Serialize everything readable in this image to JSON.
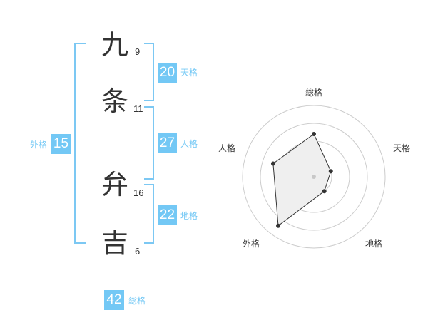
{
  "name": {
    "characters": [
      {
        "char": "九",
        "strokes": "9"
      },
      {
        "char": "条",
        "strokes": "11"
      },
      {
        "char": "弁",
        "strokes": "16"
      },
      {
        "char": "吉",
        "strokes": "6"
      }
    ]
  },
  "fortunes": {
    "tenkaku": {
      "label": "天格",
      "value": "20"
    },
    "jinkaku": {
      "label": "人格",
      "value": "27"
    },
    "chikaku": {
      "label": "地格",
      "value": "22"
    },
    "gaikaku": {
      "label": "外格",
      "value": "15"
    },
    "soukaku": {
      "label": "総格",
      "value": "42"
    }
  },
  "radar": {
    "labels": {
      "top": "総格",
      "upper_right": "天格",
      "lower_right": "地格",
      "lower_left": "外格",
      "upper_left": "人格"
    },
    "levels": 4,
    "scores": {
      "soukaku": 0.6,
      "tenkaku": 0.25,
      "chikaku": 0.25,
      "gaikaku": 0.85,
      "jinkaku": 0.6
    },
    "colors": {
      "ring": "#cccccc",
      "fill": "#efefef",
      "line": "#333333",
      "point": "#333333",
      "center": "#c8c8c8"
    }
  },
  "colors": {
    "accent": "#73c8f5",
    "bracket": "#7cc8f3",
    "text": "#333333"
  }
}
